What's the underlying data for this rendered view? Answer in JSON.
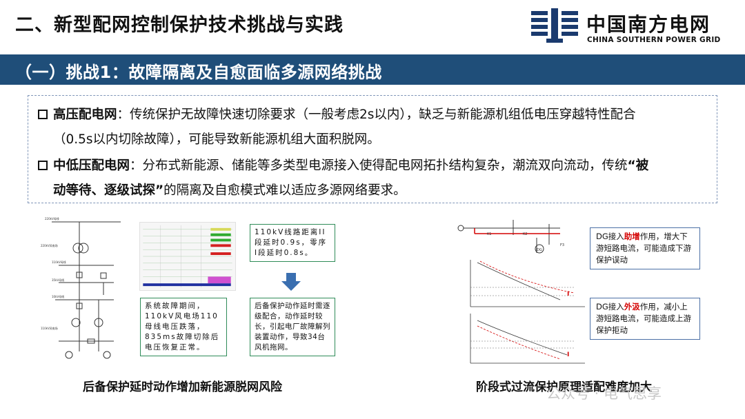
{
  "header": {
    "title": "二、新型配网控制保护技术挑战与实践",
    "logo_cn": "中国南方电网",
    "logo_en": "CHINA SOUTHERN POWER GRID"
  },
  "section": {
    "title": "（一）挑战1：故障隔离及自愈面临多源网络挑战"
  },
  "bullets": [
    {
      "label": "高压配电网",
      "text": "：传统保护无故障快速切除要求（一般考虑2s以内），缺乏与新能源机组低电压穿越特性配合",
      "cont": "（0.5s以内切除故障），可能导致新能源机组大面积脱网。"
    },
    {
      "label": "中低压配电网",
      "text_a": "：分布式新能源、储能等多类型电源接入使得配电网拓扑结构复杂，潮流双向流动，传统",
      "quote_a": "“被",
      "quote_b": "动等待、逐级试探”",
      "text_b": "的隔离及自愈模式难以适应多源网络要求。"
    }
  ],
  "left_figure": {
    "box1": "110kV线路距离II段延时0.9s，零序I段延时0.8s。",
    "box2": "系统故障期间，110kV风电场110母线电压跌落，835ms故障切除后电压恢复正常。",
    "box3": "后备保护动作延时需逐级配合，动作延时较长，引起电厂故障解列装置动作，导致34台风机拖网。",
    "caption": "后备保护延时动作增加新能源脱网风险"
  },
  "right_figure": {
    "note1_pre": "DG接入",
    "note1_red": "助增",
    "note1_post": "作用，增大下游短路电流，可能造成下游保护误动",
    "note2_pre": "DG接入",
    "note2_red": "外汲",
    "note2_post": "作用，减小上游短路电流，可能造成上游保护拒动",
    "caption": "阶段式过流保护原理适配难度加大"
  },
  "watermark": "公众号 · 电气思享",
  "colors": {
    "accent": "#1f4e79",
    "highlight": "#d40000"
  }
}
